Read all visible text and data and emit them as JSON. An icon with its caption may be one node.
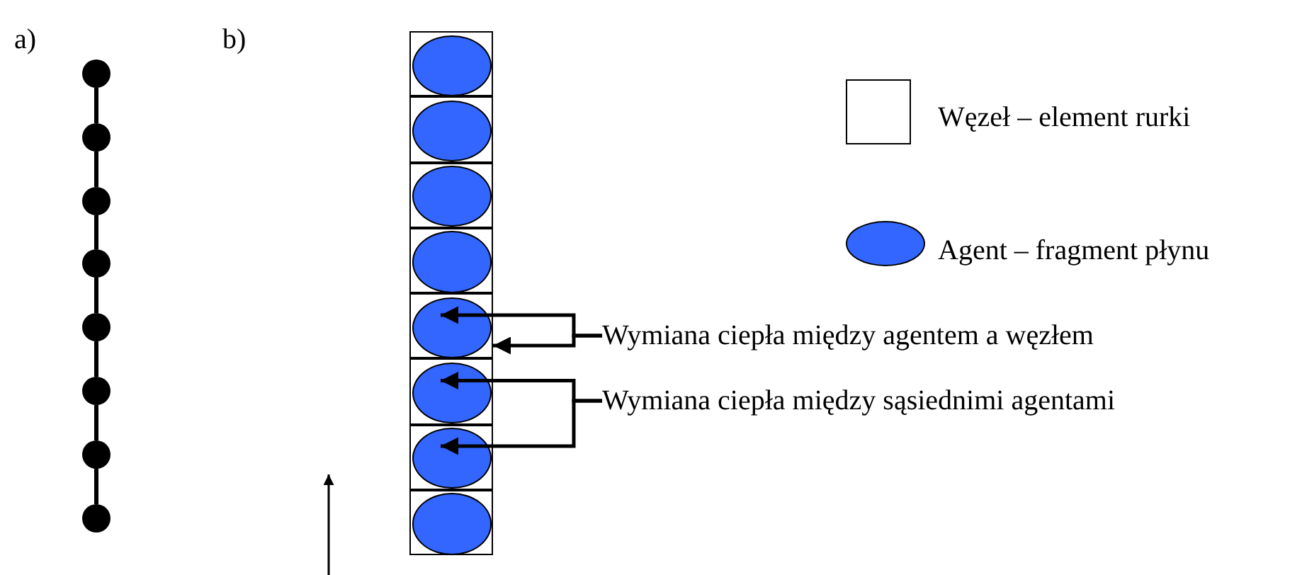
{
  "diagram": {
    "nodes": [
      {
        "text": [],
        "shape": "circle"
      },
      {
        "text": [],
        "shape": "circle"
      },
      {
        "text": [],
        "shape": "circle"
      },
      {
        "text": [],
        "shape": "circle"
      },
      {
        "text": [],
        "shape": "circle"
      },
      {
        "text": [],
        "shape": "circle"
      },
      {
        "text": [],
        "shape": "circle"
      },
      {
        "text": [],
        "shape": "circle"
      },
      {
        "text": [],
        "shape": "box"
      },
      {
        "text": [],
        "shape": "circle",
        "in": 8
      },
      {
        "text": [],
        "shape": "box"
      },
      {
        "text": [],
        "shape": "circle",
        "in": 10
      },
      {
        "text": [],
        "shape": "box"
      },
      {
        "text": [],
        "shape": "circle",
        "in": 12
      },
      {
        "text": [],
        "shape": "box"
      },
      {
        "text": [],
        "shape": "circle",
        "in": 14
      },
      {
        "text": [],
        "shape": "box"
      },
      {
        "text": [],
        "shape": "circle",
        "in": 16
      },
      {
        "text": [],
        "shape": "box"
      },
      {
        "text": [],
        "shape": "circle",
        "in": 18
      },
      {
        "text": [],
        "shape": "box"
      },
      {
        "text": [],
        "shape": "circle",
        "in": 20
      },
      {
        "text": [],
        "shape": "box"
      },
      {
        "text": [],
        "shape": "circle",
        "in": 22
      },
      {
        "text": [
          "Wymiana ciepła między agentem a węzłem"
        ]
      },
      {
        "text": [
          "Wymiana ciepła między sąsiednimi agentami"
        ]
      }
    ],
    "edges": [
      {
        "from": 0,
        "to": 1,
        "arrow": "none"
      },
      {
        "from": 1,
        "to": 2,
        "arrow": "none"
      },
      {
        "from": 2,
        "to": 3,
        "arrow": "none"
      },
      {
        "from": 3,
        "to": 4,
        "arrow": "none"
      },
      {
        "from": 4,
        "to": 5,
        "arrow": "none"
      },
      {
        "from": 5,
        "to": 6,
        "arrow": "none"
      },
      {
        "from": 6,
        "to": 7,
        "arrow": "none"
      },
      {
        "from": 24,
        "to": 17,
        "arrow": "to"
      },
      {
        "from": 24,
        "to": 16,
        "arrow": "to"
      },
      {
        "from": 25,
        "to": 19,
        "arrow": "to"
      },
      {
        "from": 25,
        "to": 21,
        "arrow": "to"
      }
    ],
    "labels": [
      "a)",
      "b)"
    ],
    "legend": [
      {
        "text": "Węzeł – element rurki"
      },
      {
        "text": "Agent – fragment płynu"
      }
    ]
  }
}
